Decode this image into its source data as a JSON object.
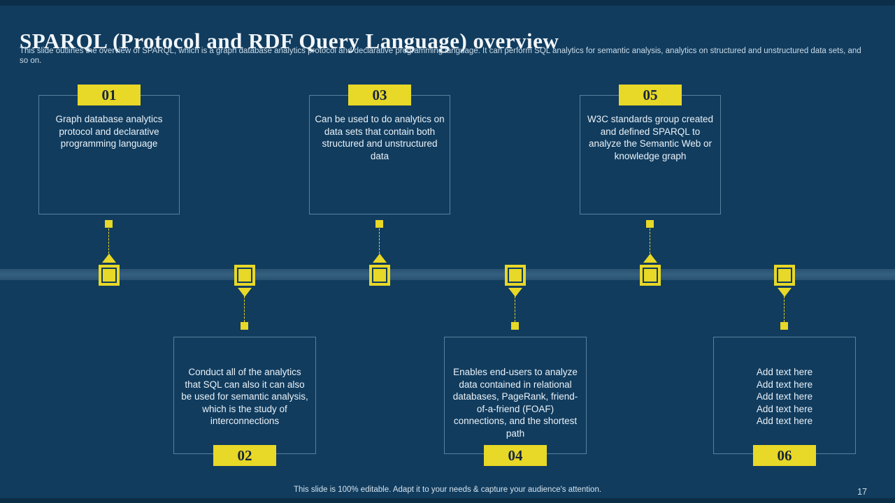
{
  "slide": {
    "title": "SPARQL (Protocol and RDF Query Language) overview",
    "subtitle": "This slide outlines the overview of SPARQL,  which is a graph database analytics protocol and declarative programming language. It can perform SQL analytics for semantic analysis, analytics on structured and unstructured data sets, and so on.",
    "footer_note": "This slide is 100% editable. Adapt it to your needs & capture your audience's attention.",
    "page_number": "17"
  },
  "colors": {
    "background": "#113c5e",
    "accent_yellow": "#e8d827",
    "badge_number_text": "#17263b",
    "box_border": "#96b9d2",
    "body_text": "#eaf2f8",
    "timeline_band": "#35607f"
  },
  "timeline": {
    "items": [
      {
        "number": "01",
        "position": "top",
        "text": "Graph database analytics protocol and declarative programming language"
      },
      {
        "number": "02",
        "position": "bottom",
        "text": "Conduct all of the analytics that SQL can also it can also be used for semantic analysis, which is the study of interconnections"
      },
      {
        "number": "03",
        "position": "top",
        "text": "Can be used to do analytics on data sets that contain both structured and unstructured data"
      },
      {
        "number": "04",
        "position": "bottom",
        "text": "Enables end-users to analyze data contained in relational databases, PageRank, friend-of-a-friend (FOAF) connections, and the shortest path"
      },
      {
        "number": "05",
        "position": "top",
        "text": "W3C standards group created and defined SPARQL to analyze the Semantic Web or knowledge graph"
      },
      {
        "number": "06",
        "position": "bottom",
        "text": "Add text here\nAdd text here\nAdd text here\nAdd text here\nAdd text here"
      }
    ]
  }
}
